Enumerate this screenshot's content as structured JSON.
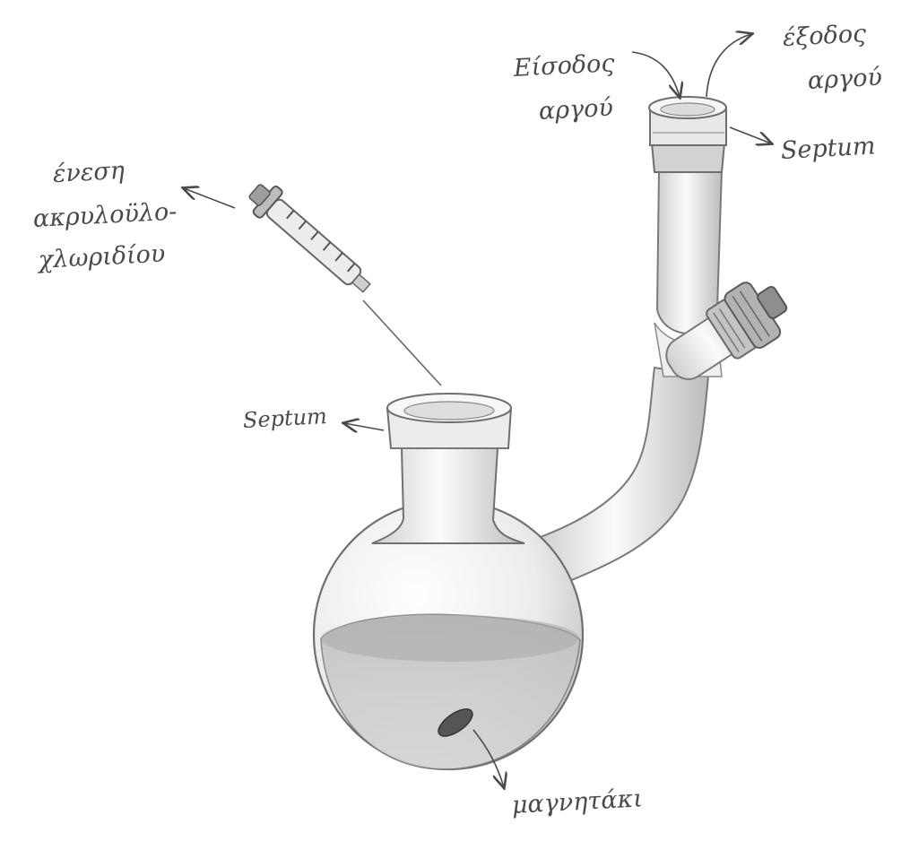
{
  "labels": {
    "injection": [
      "ένεση",
      "ακρυλοϋλο-",
      "χλωριδίου"
    ],
    "argon_in": [
      "Είσοδος",
      "αργού"
    ],
    "argon_out": [
      "έξοδος",
      "αργού"
    ],
    "septum_top": "Septum",
    "septum_neck": "Septum",
    "stir_bar": "μαγνητάκι"
  },
  "colors": {
    "pencil": "#4a4a4a",
    "glass_shade": "#c9c9c9",
    "liquid": "#b5b5b5"
  }
}
